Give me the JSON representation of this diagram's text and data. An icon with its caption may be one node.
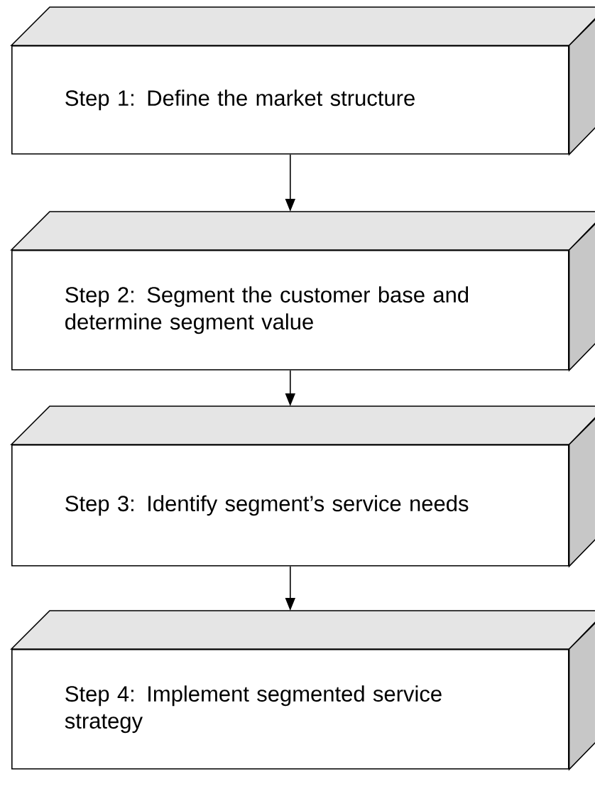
{
  "diagram": {
    "nodes": [
      {
        "text": [
          "Step 1: Define the market structure"
        ]
      },
      {
        "text": [
          "Step 2: Segment the customer base and determine segment value"
        ]
      },
      {
        "text": [
          "Step 3: Identify segment’s service needs"
        ]
      },
      {
        "text": [
          "Step 4: Implement segmented service strategy"
        ]
      }
    ],
    "edges": [
      {
        "from": 0,
        "to": 1,
        "arrow": "to"
      },
      {
        "from": 1,
        "to": 2,
        "arrow": "to"
      },
      {
        "from": 2,
        "to": 3,
        "arrow": "to"
      }
    ]
  }
}
